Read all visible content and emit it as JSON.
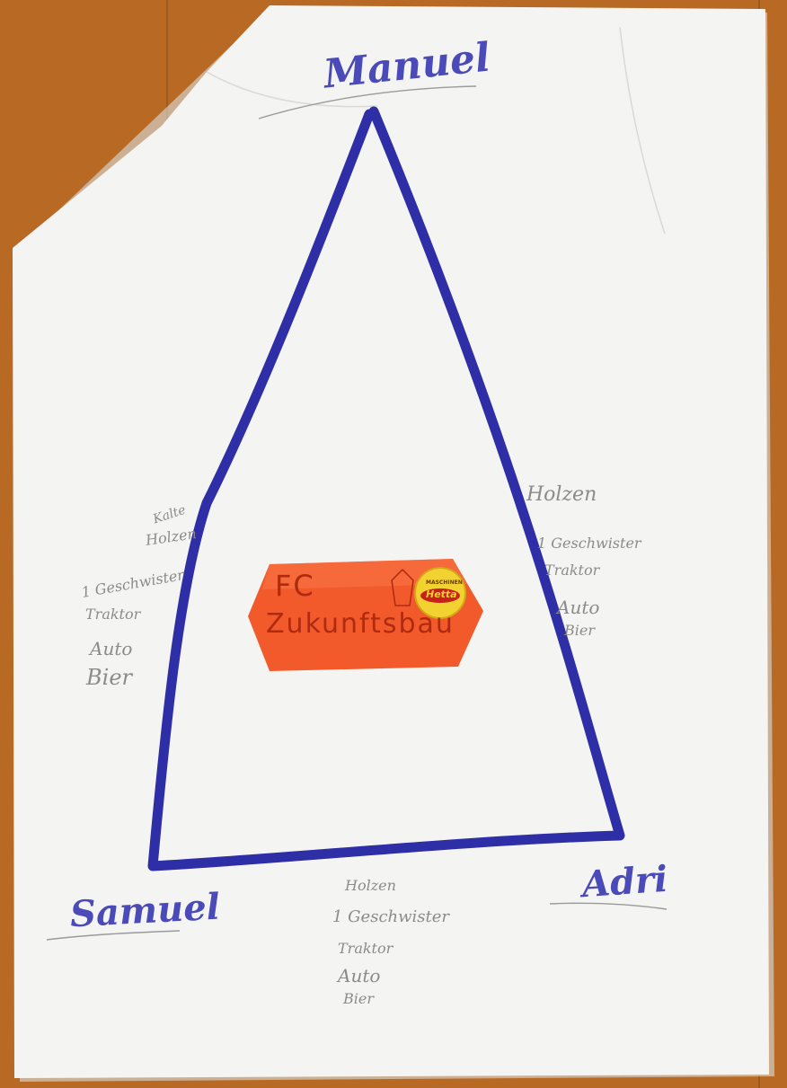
{
  "photo": {
    "description_colors": {
      "table": "#b86a24",
      "paper": "#f4f4f2",
      "marker_blue": "#2e2ea6",
      "card_orange": "#f25a2c",
      "sticker_yellow": "#f2d230",
      "sticker_red": "#c8201a"
    }
  },
  "names": {
    "top": "Manuel",
    "bottom_left": "Samuel",
    "bottom_right": "Adri"
  },
  "notes": {
    "left": [
      "Kalte",
      "Holzen",
      "1 Geschwister",
      "Traktor",
      "Auto",
      "Bier"
    ],
    "right": [
      "Holzen",
      "1 Geschwister",
      "Traktor",
      "Auto",
      "Bier"
    ],
    "bottom": [
      "Holzen",
      "1 Geschwister",
      "Traktor",
      "Auto",
      "Bier"
    ]
  },
  "card": {
    "line1": "FC",
    "line2": "Zukunftsbau",
    "sticker_top": "MASCHINEN",
    "sticker_main": "Hetta"
  }
}
